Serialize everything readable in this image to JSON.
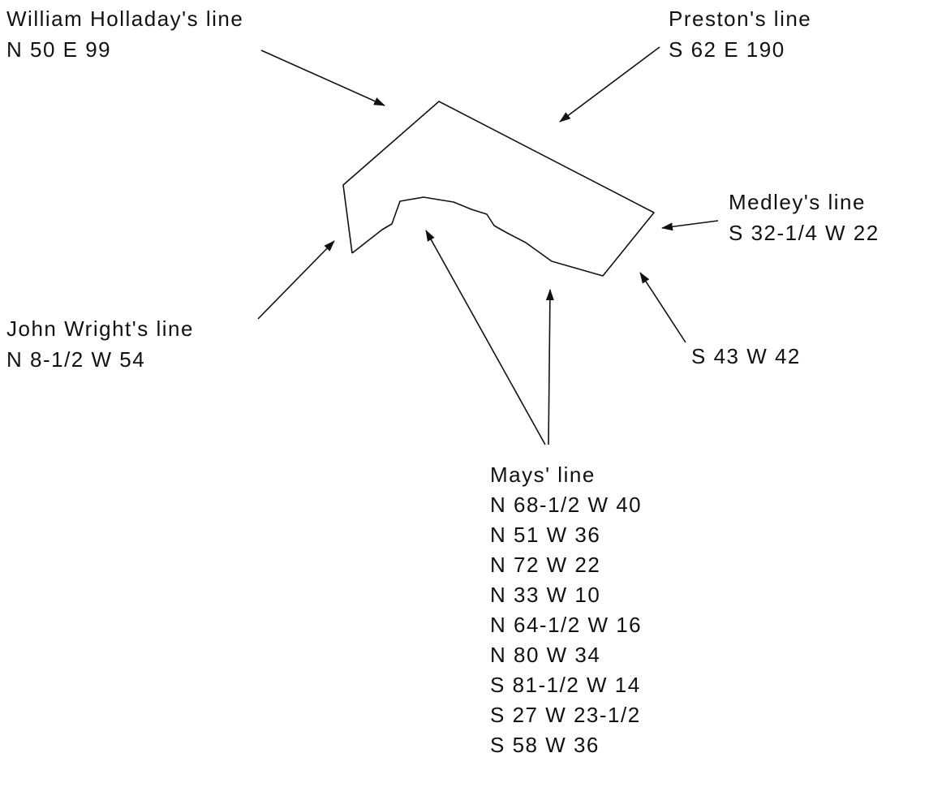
{
  "holladay": {
    "name": "William Holladay's line",
    "bearing": "N 50 E 99"
  },
  "preston": {
    "name": "Preston's line",
    "bearing": "S 62 E 190"
  },
  "medley": {
    "name": "Medley's line",
    "bearing": "S 32-1/4 W 22"
  },
  "wright": {
    "name": "John Wright's line",
    "bearing": "N 8-1/2 W 54"
  },
  "s43": {
    "bearing": "S 43 W 42"
  },
  "mays": {
    "name": "Mays' line",
    "calls": [
      "N 68-1/2 W 40",
      "N 51 W 36",
      "N 72 W 22",
      "N 33 W 10",
      "N 64-1/2 W 16",
      "N 80 W 34",
      "S 81-1/2 W 14",
      "S 27 W 23-1/2",
      "S 58 W 36"
    ]
  },
  "colors": {
    "ink": "#111111",
    "background": "#ffffff"
  }
}
